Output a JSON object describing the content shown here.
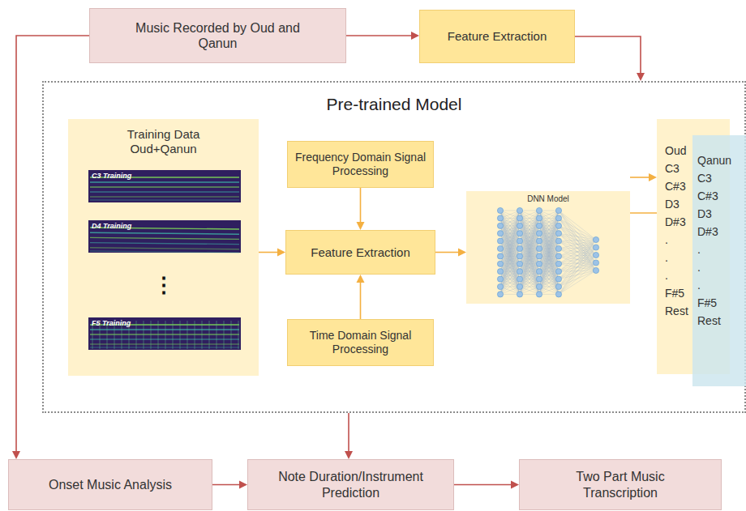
{
  "diagram": {
    "nodes": [
      {
        "text": [
          "Music Recorded by Oud and Qanun"
        ]
      },
      {
        "text": [
          "Feature Extraction"
        ]
      },
      {
        "text": [
          "Pre-trained Model"
        ]
      },
      {
        "text": [
          "Training Data Oud+Qanun"
        ],
        "in": 2
      },
      {
        "text": [
          "Frequency Domain Signal Processing"
        ],
        "in": 2
      },
      {
        "text": [
          "Feature Extraction"
        ],
        "in": 2
      },
      {
        "text": [
          "Time Domain Signal Processing"
        ],
        "in": 2
      },
      {
        "text": [
          "DNN Model"
        ],
        "in": 2
      },
      {
        "text": [
          "Oud",
          "C3",
          "C#3",
          "D3",
          "D#3",
          ".",
          ".",
          ".",
          "F#5",
          "Rest"
        ],
        "in": 2
      },
      {
        "text": [
          "Qanun",
          "C3",
          "C#3",
          "D3",
          "D#3",
          ".",
          ".",
          ".",
          "F#5",
          "Rest"
        ],
        "in": 2
      },
      {
        "text": [
          "Onset Music Analysis"
        ]
      },
      {
        "text": [
          "Note Duration/Instrument Prediction"
        ]
      },
      {
        "text": [
          "Two Part Music Transcription"
        ]
      }
    ],
    "edges": [
      {
        "from": 0,
        "to": 1,
        "arrow": "to"
      },
      {
        "from": 1,
        "to": 2,
        "arrow": "to"
      },
      {
        "from": 0,
        "to": 10,
        "arrow": "to"
      },
      {
        "from": 3,
        "to": 5,
        "arrow": "to"
      },
      {
        "from": 4,
        "to": 5,
        "arrow": "to"
      },
      {
        "from": 6,
        "to": 5,
        "arrow": "to"
      },
      {
        "from": 5,
        "to": 7,
        "arrow": "to"
      },
      {
        "from": 7,
        "to": 8,
        "arrow": "to"
      },
      {
        "from": 7,
        "to": 9,
        "arrow": "to"
      },
      {
        "from": 2,
        "to": 11,
        "arrow": "to"
      },
      {
        "from": 10,
        "to": 11,
        "arrow": "to"
      },
      {
        "from": 11,
        "to": 12,
        "arrow": "to"
      }
    ],
    "labels": [
      "C3 Training",
      "D4 Training",
      "⋮",
      "F5 Training"
    ]
  }
}
